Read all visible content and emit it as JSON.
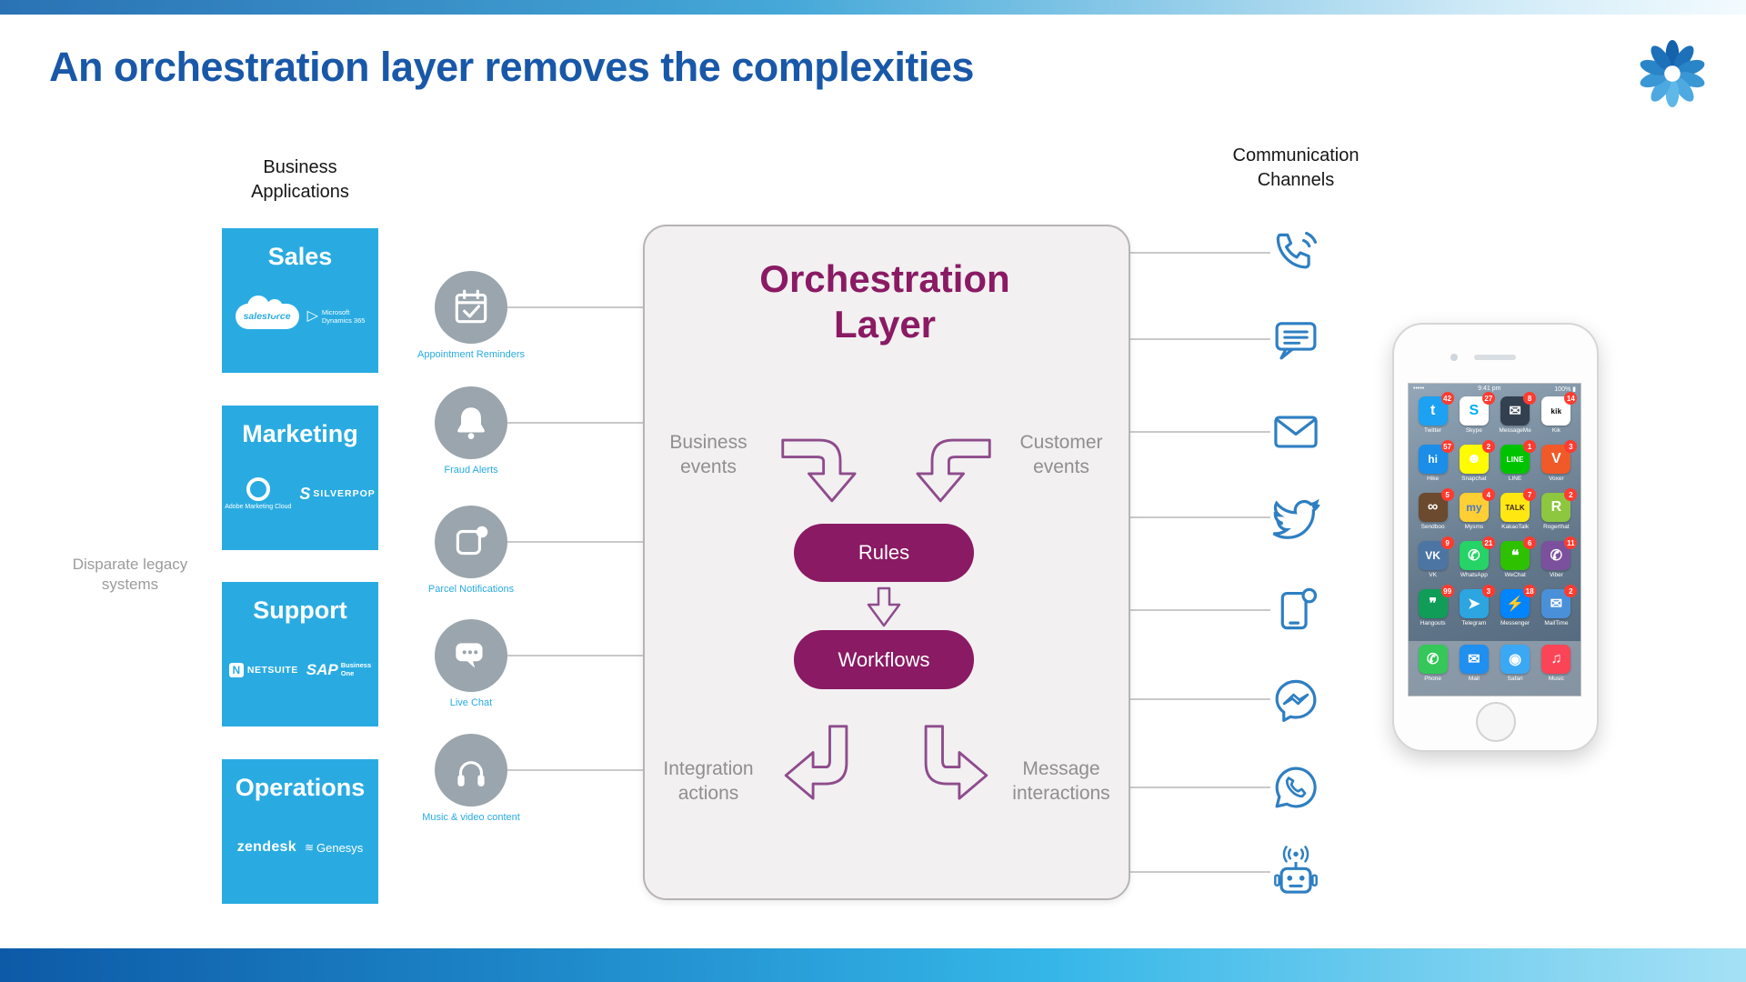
{
  "slide": {
    "title": "An orchestration layer removes the complexities"
  },
  "colors": {
    "accent_blue": "#29abe2",
    "title_blue": "#1958a8",
    "purple": "#8a1a63",
    "channel_blue": "#2e7fc2",
    "trigger_gray": "#9aa5ad",
    "badge_red": "#ff3b30"
  },
  "business_applications": {
    "heading_line1": "Business",
    "heading_line2": "Applications",
    "legacy_line1": "Disparate legacy",
    "legacy_line2": "systems",
    "boxes": [
      {
        "title": "Sales",
        "logo1": "salesforce",
        "logo2_line1": "Microsoft",
        "logo2_line2": "Dynamics 365"
      },
      {
        "title": "Marketing",
        "logo1": "Adobe Marketing Cloud",
        "logo2": "SILVERPOP"
      },
      {
        "title": "Support",
        "logo1_mark": "N",
        "logo1": "NETSUITE",
        "logo2": "SAP",
        "logo2_line1": "Business",
        "logo2_line2": "One"
      },
      {
        "title": "Operations",
        "logo1": "zendesk",
        "logo2": "Genesys"
      }
    ]
  },
  "triggers": [
    {
      "label": "Appointment Reminders"
    },
    {
      "label": "Fraud Alerts"
    },
    {
      "label": "Parcel Notifications"
    },
    {
      "label": "Live Chat"
    },
    {
      "label": "Music & video content"
    }
  ],
  "orchestration": {
    "title_line1": "Orchestration",
    "title_line2": "Layer",
    "business_events_line1": "Business",
    "business_events_line2": "events",
    "customer_events_line1": "Customer",
    "customer_events_line2": "events",
    "rules_label": "Rules",
    "workflows_label": "Workflows",
    "integration_actions_line1": "Integration",
    "integration_actions_line2": "actions",
    "message_interactions_line1": "Message",
    "message_interactions_line2": "interactions"
  },
  "communication_channels": {
    "heading_line1": "Communication",
    "heading_line2": "Channels",
    "items": [
      "voice-call",
      "sms",
      "email",
      "twitter",
      "mobile-push",
      "messenger",
      "whatsapp",
      "chatbot"
    ]
  },
  "phone": {
    "status_left": "•••••",
    "status_time": "9:41 pm",
    "status_right": "100% ▮",
    "apps": [
      {
        "label": "Twitter",
        "glyph": "t",
        "color": "#1da1f2",
        "text": "#ffffff",
        "badge": "42"
      },
      {
        "label": "Skype",
        "glyph": "S",
        "color": "#ffffff",
        "text": "#00aff0",
        "badge": "27"
      },
      {
        "label": "MessageMe",
        "glyph": "✉",
        "color": "#33404f",
        "text": "#ffffff",
        "badge": "8"
      },
      {
        "label": "Kik",
        "glyph": "kik",
        "color": "#ffffff",
        "text": "#000000",
        "badge": "14"
      },
      {
        "label": "Hike",
        "glyph": "hi",
        "color": "#1a8ee8",
        "text": "#ffffff",
        "badge": "57"
      },
      {
        "label": "Snapchat",
        "glyph": "☻",
        "color": "#fffc00",
        "text": "#ffffff",
        "badge": "2"
      },
      {
        "label": "LINE",
        "glyph": "LINE",
        "color": "#00c300",
        "text": "#ffffff",
        "badge": "1"
      },
      {
        "label": "Voxer",
        "glyph": "V",
        "color": "#f05a28",
        "text": "#ffffff",
        "badge": "3"
      },
      {
        "label": "Sendboo",
        "glyph": "∞",
        "color": "#6b4a2f",
        "text": "#ffffff",
        "badge": "5"
      },
      {
        "label": "Mysms",
        "glyph": "my",
        "color": "#ffcf33",
        "text": "#4a77c6",
        "badge": "4"
      },
      {
        "label": "KakaoTalk",
        "glyph": "TALK",
        "color": "#ffe812",
        "text": "#3c1e1e",
        "badge": "7"
      },
      {
        "label": "Rogerthat",
        "glyph": "R",
        "color": "#8dc63f",
        "text": "#ffffff",
        "badge": "2"
      },
      {
        "label": "VK",
        "glyph": "VK",
        "color": "#4c75a3",
        "text": "#ffffff",
        "badge": "9"
      },
      {
        "label": "WhatsApp",
        "glyph": "✆",
        "color": "#25d366",
        "text": "#ffffff",
        "badge": "21"
      },
      {
        "label": "WeChat",
        "glyph": "❝",
        "color": "#2dc100",
        "text": "#ffffff",
        "badge": "6"
      },
      {
        "label": "Viber",
        "glyph": "✆",
        "color": "#7b519d",
        "text": "#ffffff",
        "badge": "11"
      },
      {
        "label": "Hangouts",
        "glyph": "❞",
        "color": "#0f9d58",
        "text": "#ffffff",
        "badge": "99"
      },
      {
        "label": "Telegram",
        "glyph": "➤",
        "color": "#2ca5e0",
        "text": "#ffffff",
        "badge": "3"
      },
      {
        "label": "Messenger",
        "glyph": "⚡",
        "color": "#0084ff",
        "text": "#ffffff",
        "badge": "18"
      },
      {
        "label": "MailTime",
        "glyph": "✉",
        "color": "#4a90d9",
        "text": "#ffffff",
        "badge": "2"
      }
    ],
    "dock": [
      {
        "label": "Phone",
        "glyph": "✆",
        "color": "#35c759",
        "text": "#ffffff"
      },
      {
        "label": "Mail",
        "glyph": "✉",
        "color": "#1f8ff0",
        "text": "#ffffff"
      },
      {
        "label": "Safari",
        "glyph": "◉",
        "color": "#3ba8f5",
        "text": "#ffffff"
      },
      {
        "label": "Music",
        "glyph": "♫",
        "color": "#fc4457",
        "text": "#ffffff"
      }
    ]
  }
}
